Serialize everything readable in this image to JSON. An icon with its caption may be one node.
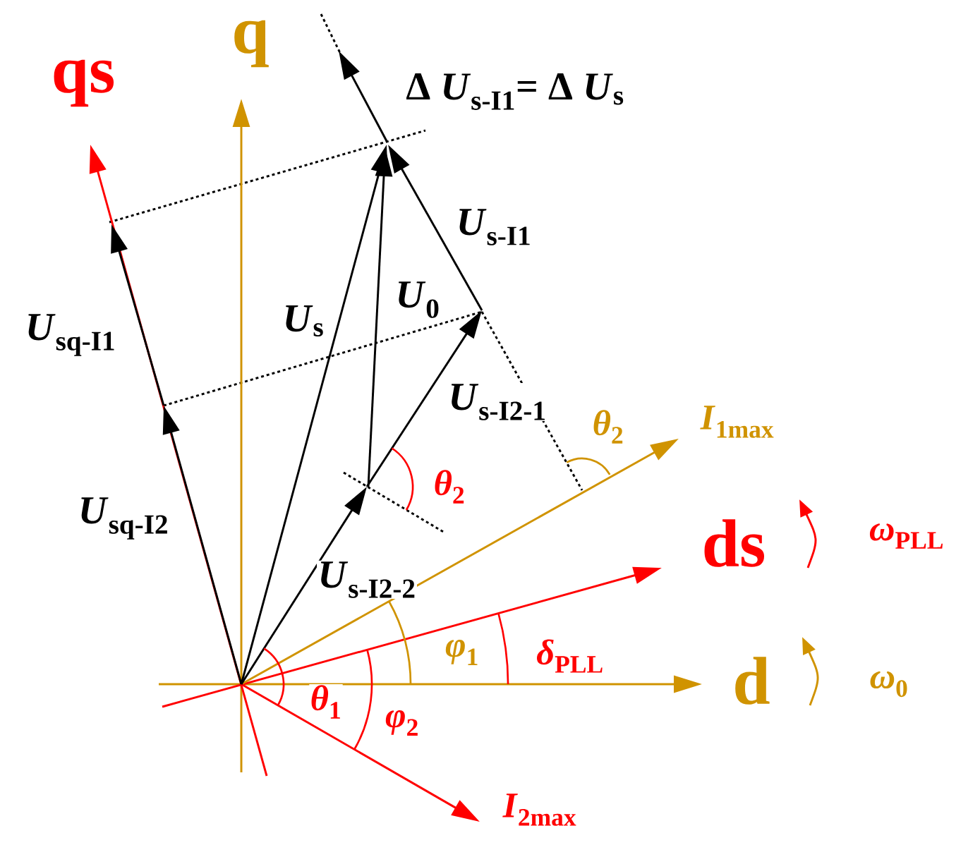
{
  "diagram": {
    "labels": [
      "qs",
      "q",
      "Δ *U*$_{s-I1}$= Δ *U*$_{s}$",
      "*U*$_{s-I1}$",
      "*U*$_{sq-I1}$",
      "*U*$_{s}$",
      "*U*$_{0}$",
      "*U*$_{s-I2-1}$",
      "*θ*$_{2}$",
      "*I*$_{1max}$",
      "*θ*$_{2}$",
      "*U*$_{sq-I2}$",
      "ds",
      "*ω*$_{PLL}$",
      "*U*$_{s-I2-2}$",
      "*φ*$_{1}$",
      "*δ*$_{PLL}$",
      "d",
      "*ω*$_{0}$",
      "*θ*$_{1}$",
      "*φ*$_{2}$",
      "*I*$_{2max}$"
    ]
  }
}
